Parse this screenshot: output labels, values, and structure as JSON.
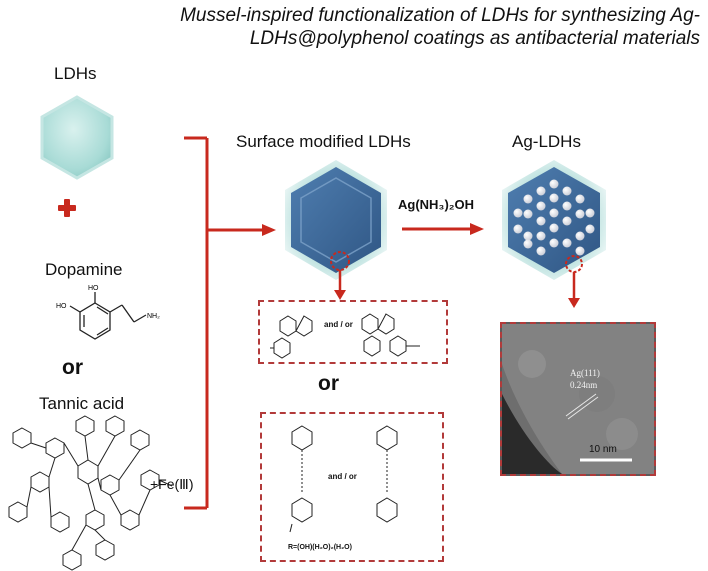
{
  "title_line1": "Mussel-inspired functionalization of LDHs for synthesizing Ag-",
  "title_line2": "LDHs@polyphenol coatings as antibacterial materials",
  "labels": {
    "ldhs": "LDHs",
    "dopamine": "Dopamine",
    "or1": "or",
    "tannic_acid": "Tannic acid",
    "fe3": "+Fe(Ⅲ)",
    "surface_modified": "Surface modified LDHs",
    "ag_ldhs": "Ag-LDHs",
    "reagent": "Ag(NH₃)₂OH",
    "or2": "or",
    "and_or_1": "and / or",
    "and_or_2": "and / or",
    "r_formula": "R=(OH)(H₂O)₂(H₂O)",
    "tem_lattice": "Ag(111)",
    "tem_spacing": "0.24nm",
    "tem_scale": "10 nm",
    "dopamine_oh_top": "HO",
    "dopamine_oh_bottom": "HO",
    "dopamine_nh2": "NH₂"
  },
  "colors": {
    "arrow_red": "#c8291e",
    "hexagon_teal": "#9fd6d2",
    "hexagon_blue": "#3e6a9a",
    "dashed_border": "#b23a3a"
  }
}
